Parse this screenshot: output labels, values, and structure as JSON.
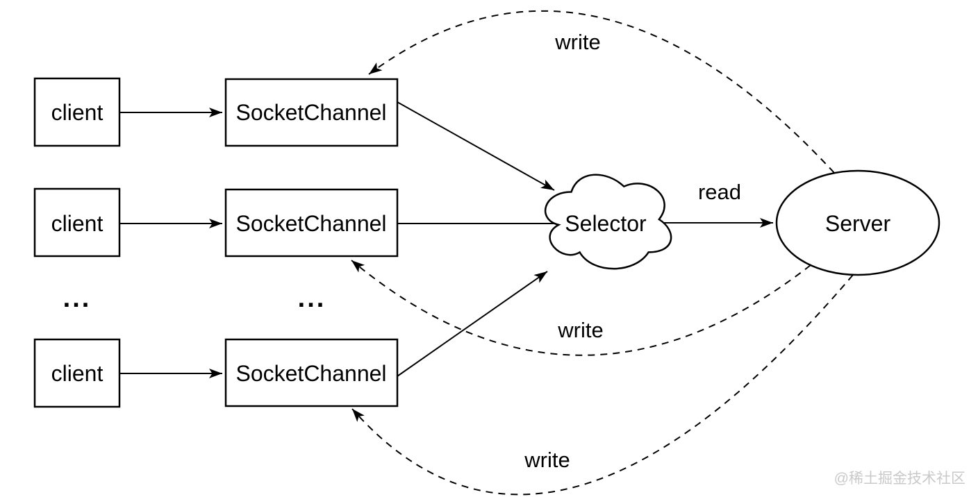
{
  "diagram": {
    "clients": [
      "client",
      "client",
      "client"
    ],
    "socket_channels": [
      "SocketChannel",
      "SocketChannel",
      "SocketChannel"
    ],
    "selector_label": "Selector",
    "server_label": "Server",
    "read_label": "read",
    "write_labels": {
      "top": "write",
      "middle": "write",
      "bottom": "write"
    },
    "ellipsis_clients": "...",
    "ellipsis_channels": "...",
    "watermark": {
      "text": "@稀土掘金技术社区",
      "color": "#c9c9c9"
    },
    "colors": {
      "stroke": "#000000",
      "background": "#ffffff",
      "node_fill": "#ffffff"
    }
  }
}
